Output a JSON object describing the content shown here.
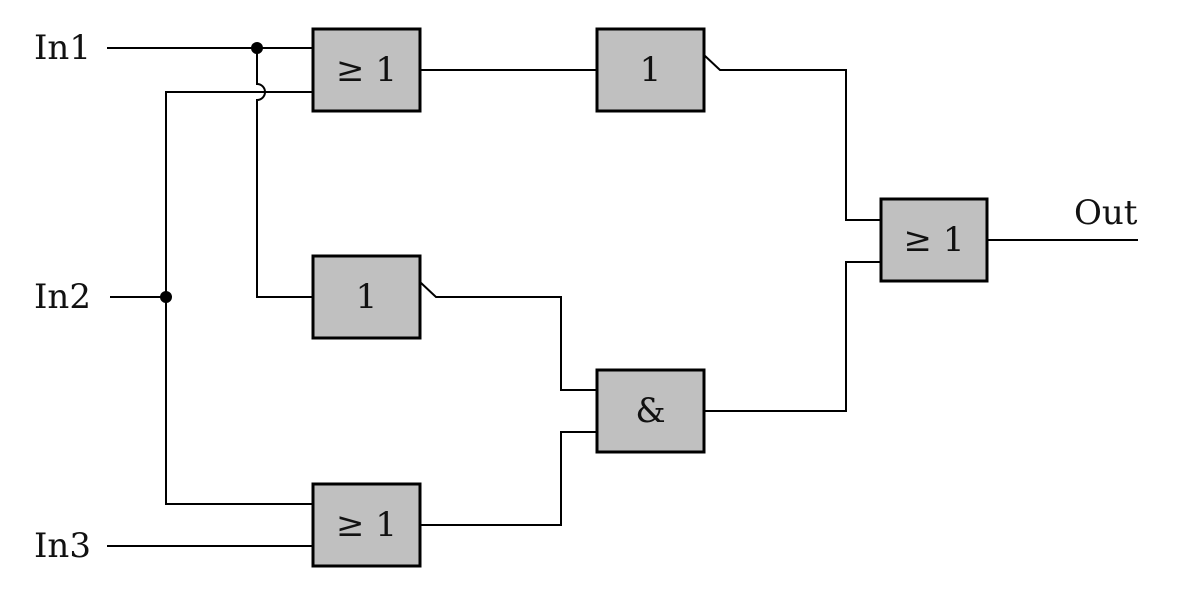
{
  "inputs": {
    "in1": "In1",
    "in2": "In2",
    "in3": "In3"
  },
  "output": "Out",
  "gates": {
    "or_top": "≥ 1",
    "not_top": "1",
    "not_mid": "1",
    "and_mid": "&",
    "or_bottom": "≥ 1",
    "or_out": "≥ 1"
  }
}
